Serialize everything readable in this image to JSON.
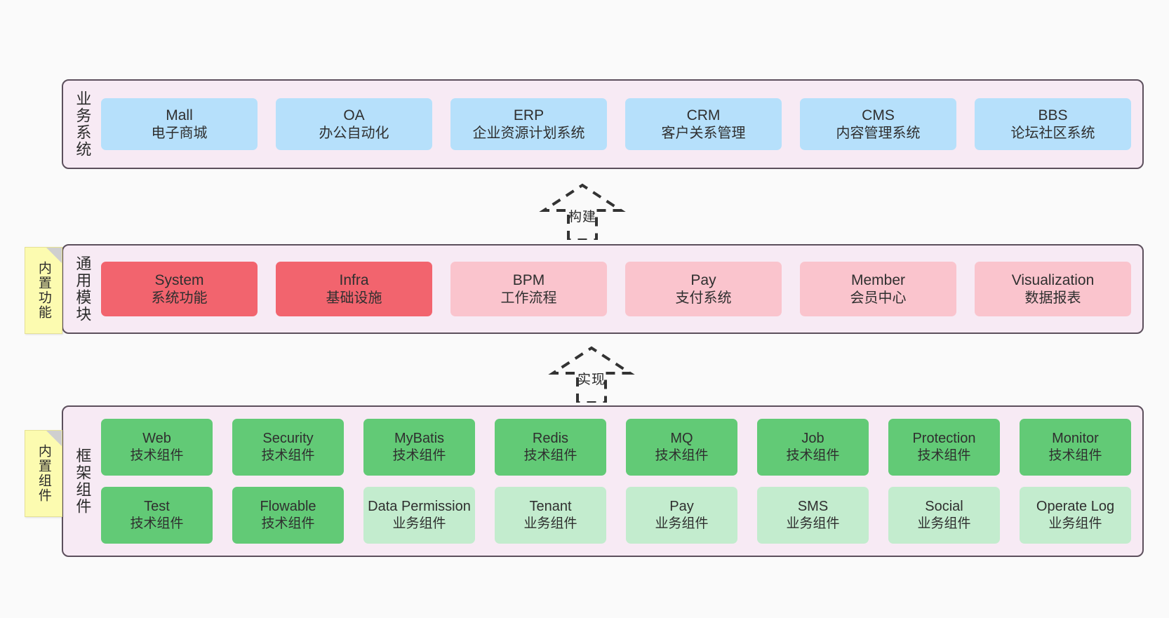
{
  "diagram": {
    "background_color": "#fafafa",
    "layer_border_color": "#5c4f5c",
    "layer_fill_color": "#f7eaf4"
  },
  "layers": [
    {
      "id": "business",
      "title": "业务系统",
      "accent": "#b6e0fb",
      "rows": [
        [
          {
            "name": "Mall",
            "desc": "电子商城"
          },
          {
            "name": "OA",
            "desc": "办公自动化"
          },
          {
            "name": "ERP",
            "desc": "企业资源计划系统"
          },
          {
            "name": "CRM",
            "desc": "客户关系管理"
          },
          {
            "name": "CMS",
            "desc": "内容管理系统"
          },
          {
            "name": "BBS",
            "desc": "论坛社区系统"
          }
        ]
      ]
    },
    {
      "id": "common",
      "title": "通用模块",
      "accent": "#fac4cd",
      "accent_strong": "#f2646e",
      "sticky": "内置功能",
      "rows": [
        [
          {
            "name": "System",
            "desc": "系统功能",
            "strong": true
          },
          {
            "name": "Infra",
            "desc": "基础设施",
            "strong": true
          },
          {
            "name": "BPM",
            "desc": "工作流程",
            "strong": false
          },
          {
            "name": "Pay",
            "desc": "支付系统",
            "strong": false
          },
          {
            "name": "Member",
            "desc": "会员中心",
            "strong": false
          },
          {
            "name": "Visualization",
            "desc": "数据报表",
            "strong": false
          }
        ]
      ]
    },
    {
      "id": "framework",
      "title": "框架组件",
      "accent_tech": "#62ca76",
      "accent_biz": "#c3ecce",
      "sticky": "内置组件",
      "rows": [
        [
          {
            "name": "Web",
            "desc": "技术组件",
            "kind": "tech"
          },
          {
            "name": "Security",
            "desc": "技术组件",
            "kind": "tech"
          },
          {
            "name": "MyBatis",
            "desc": "技术组件",
            "kind": "tech"
          },
          {
            "name": "Redis",
            "desc": "技术组件",
            "kind": "tech"
          },
          {
            "name": "MQ",
            "desc": "技术组件",
            "kind": "tech"
          },
          {
            "name": "Job",
            "desc": "技术组件",
            "kind": "tech"
          },
          {
            "name": "Protection",
            "desc": "技术组件",
            "kind": "tech"
          },
          {
            "name": "Monitor",
            "desc": "技术组件",
            "kind": "tech"
          }
        ],
        [
          {
            "name": "Test",
            "desc": "技术组件",
            "kind": "tech"
          },
          {
            "name": "Flowable",
            "desc": "技术组件",
            "kind": "tech"
          },
          {
            "name": "Data Permission",
            "desc": "业务组件",
            "kind": "biz"
          },
          {
            "name": "Tenant",
            "desc": "业务组件",
            "kind": "biz"
          },
          {
            "name": "Pay",
            "desc": "业务组件",
            "kind": "biz"
          },
          {
            "name": "SMS",
            "desc": "业务组件",
            "kind": "biz"
          },
          {
            "name": "Social",
            "desc": "业务组件",
            "kind": "biz"
          },
          {
            "name": "Operate Log",
            "desc": "业务组件",
            "kind": "biz"
          }
        ]
      ]
    }
  ],
  "connectors": [
    {
      "id": "build",
      "label": "构建",
      "style": "dashed-block-arrow-up",
      "color": "#333333"
    },
    {
      "id": "impl",
      "label": "实现",
      "style": "dashed-block-arrow-up",
      "color": "#333333"
    }
  ]
}
